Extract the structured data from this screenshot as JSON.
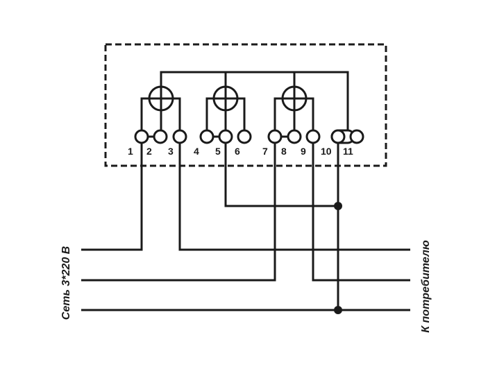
{
  "terminals": [
    "1",
    "2",
    "3",
    "4",
    "5",
    "6",
    "7",
    "8",
    "9",
    "10",
    "11"
  ],
  "labels": {
    "supply": "Сеть 3*220 В",
    "consumer": "К потребителю"
  }
}
